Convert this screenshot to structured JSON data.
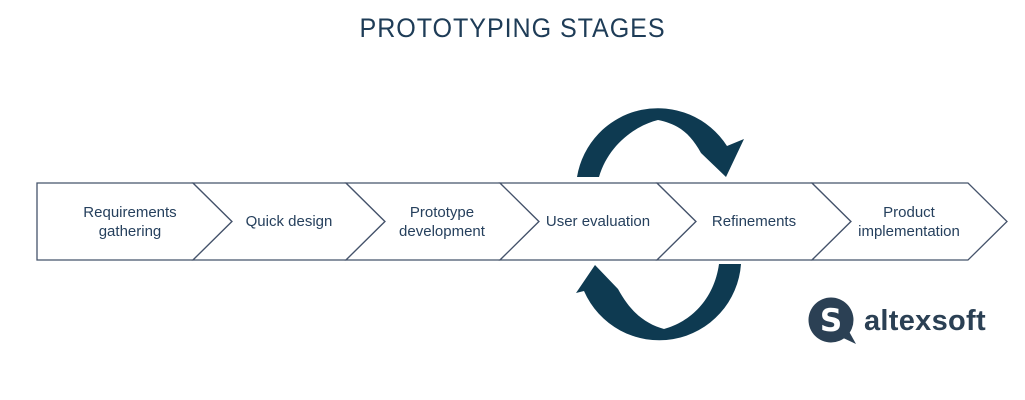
{
  "title": "PROTOTYPING STAGES",
  "stages": [
    {
      "label": "Requirements gathering"
    },
    {
      "label": "Quick design"
    },
    {
      "label": "Prototype development"
    },
    {
      "label": "User evaluation"
    },
    {
      "label": "Refinements"
    },
    {
      "label": "Product implementation"
    }
  ],
  "arrows": {
    "top": "loop-forward-arrow",
    "bottom": "loop-back-arrow"
  },
  "logo": {
    "text": "altexsoft",
    "mark": "altexsoft-bubble-s-icon"
  },
  "colors": {
    "background": "#ffffff",
    "title_text": "#1e3c57",
    "stage_text": "#26405d",
    "chevron_outline": "#45536b",
    "chevron_fill": "#ffffff",
    "arrow": "#0e3a51",
    "logo": "#2b4054"
  }
}
